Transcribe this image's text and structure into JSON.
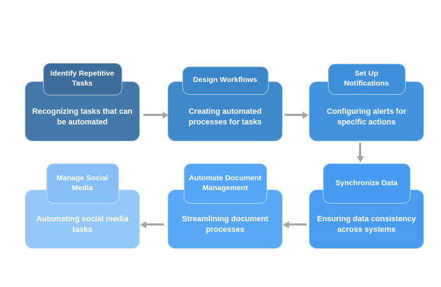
{
  "canvas": {
    "background": "#ffffff",
    "arrow_color": "#a6a6a6",
    "text_color": "#ffffff"
  },
  "nodes": [
    {
      "id": "identify-repetitive-tasks",
      "step": 1,
      "title": "Identify Repetitive Tasks",
      "description": "Recognizing tasks that can be automated",
      "tab_color": "#3e6c9b",
      "body_color": "#4478aa"
    },
    {
      "id": "design-workflows",
      "step": 2,
      "title": "Design Workflows",
      "description": "Creating automated processes for tasks",
      "tab_color": "#3b85c9",
      "body_color": "#3e88cc"
    },
    {
      "id": "set-up-notifications",
      "step": 3,
      "title": "Set Up Notifications",
      "description": "Configuring alerts for specific actions",
      "tab_color": "#3f90db",
      "body_color": "#4292de"
    },
    {
      "id": "synchronize-data",
      "step": 4,
      "title": "Synchronize Data",
      "description": "Ensuring data consistency across systems",
      "tab_color": "#469af0",
      "body_color": "#4a9cf1"
    },
    {
      "id": "automate-document-management",
      "step": 5,
      "title": "Automate Document Management",
      "description": "Streamlining document processes",
      "tab_color": "#55a6f6",
      "body_color": "#58a8f7"
    },
    {
      "id": "manage-social-media",
      "step": 6,
      "title": "Manage Social Media",
      "description": "Automating social media tasks",
      "tab_color": "#86bef7",
      "body_color": "#93c8f9"
    }
  ],
  "arrows": [
    {
      "from": "identify-repetitive-tasks",
      "to": "design-workflows",
      "direction": "right"
    },
    {
      "from": "design-workflows",
      "to": "set-up-notifications",
      "direction": "right"
    },
    {
      "from": "set-up-notifications",
      "to": "synchronize-data",
      "direction": "down"
    },
    {
      "from": "synchronize-data",
      "to": "automate-document-management",
      "direction": "left"
    },
    {
      "from": "automate-document-management",
      "to": "manage-social-media",
      "direction": "left"
    }
  ]
}
